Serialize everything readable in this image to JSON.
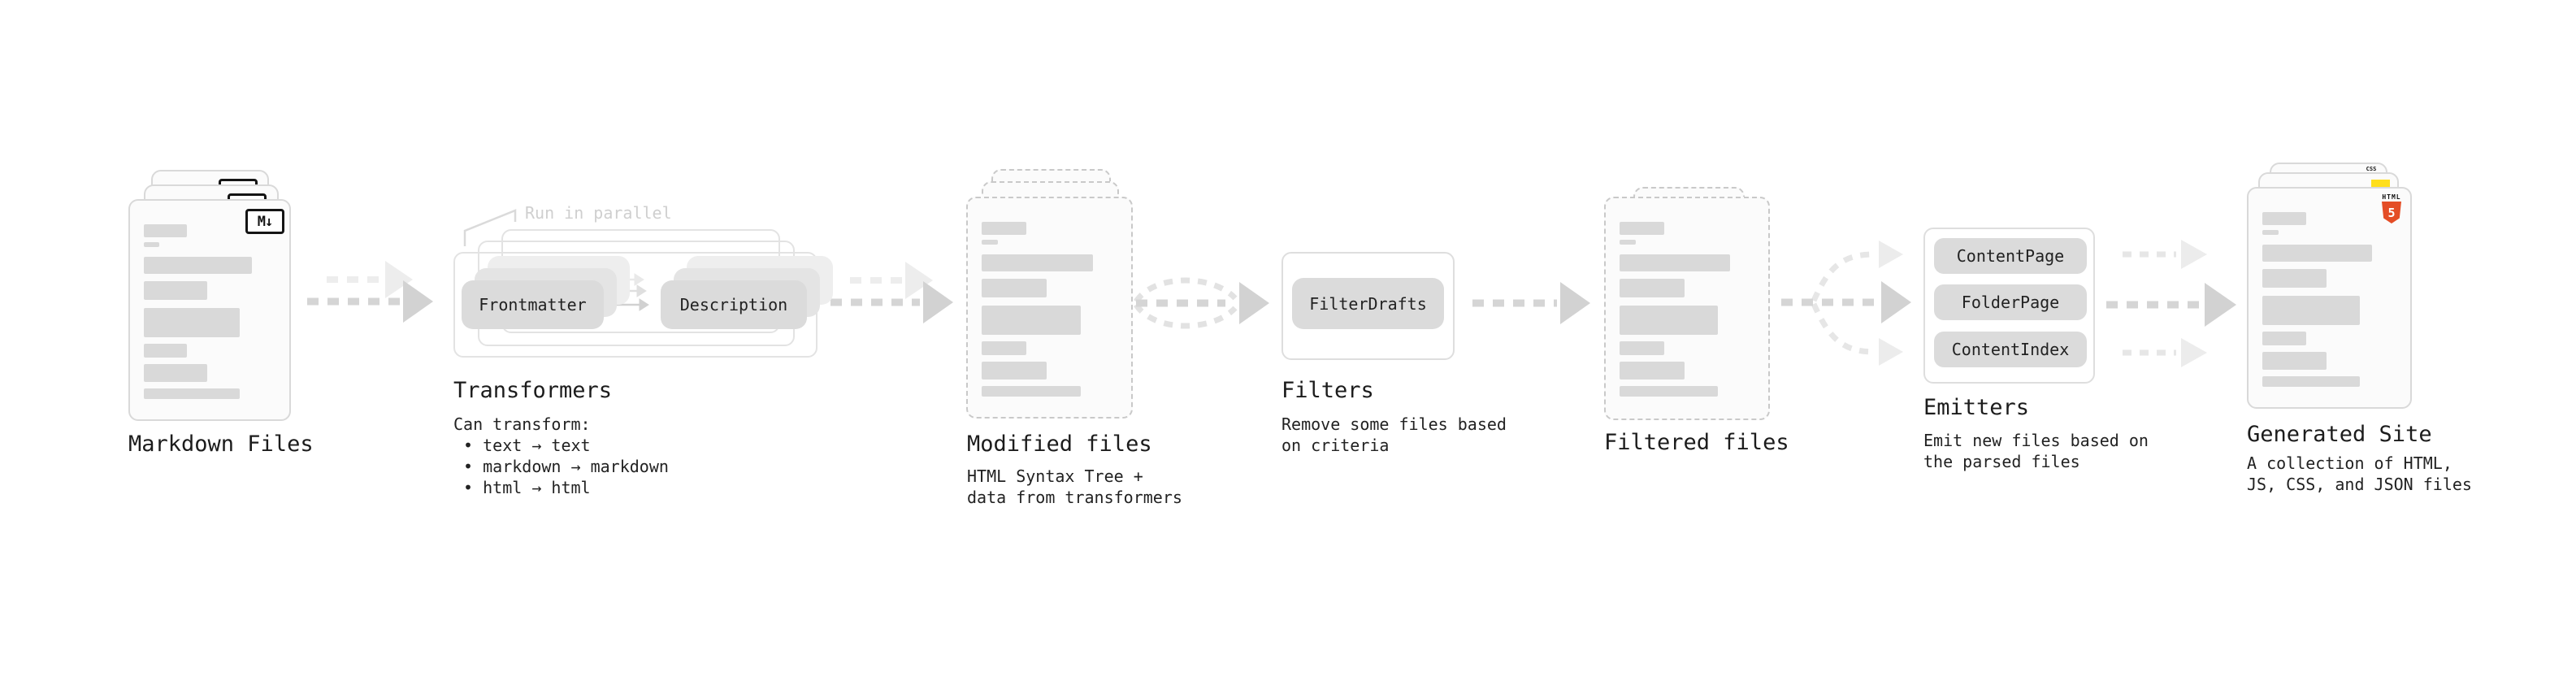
{
  "stages": {
    "markdown_files": {
      "label": "Markdown Files"
    },
    "transformers": {
      "label": "Transformers",
      "annotation": "Run in parallel",
      "pill_left": "Frontmatter",
      "pill_right": "Description",
      "sublabel": "Can transform:\n • text → text\n • markdown → markdown\n • html → html"
    },
    "modified_files": {
      "label": "Modified files",
      "sublabel": "HTML Syntax Tree +\ndata from transformers"
    },
    "filters": {
      "label": "Filters",
      "pill": "FilterDrafts",
      "sublabel": "Remove some files based\non criteria"
    },
    "filtered_files": {
      "label": "Filtered files"
    },
    "emitters": {
      "label": "Emitters",
      "pills": [
        "ContentPage",
        "FolderPage",
        "ContentIndex"
      ],
      "sublabel": "Emit new files based on\nthe parsed files"
    },
    "generated_site": {
      "label": "Generated Site",
      "sublabel": "A collection of HTML,\nJS, CSS, and JSON files"
    }
  },
  "icons": {
    "markdown": "M↓",
    "html5_label": "HTML",
    "html5_numeral": "5",
    "css_label": "CSS"
  },
  "colors": {
    "html5_orange": "#e44d26",
    "js_yellow": "#ffdf1c",
    "css_blue": "#2760e5",
    "arrow_gray": "#d5d5d5"
  }
}
